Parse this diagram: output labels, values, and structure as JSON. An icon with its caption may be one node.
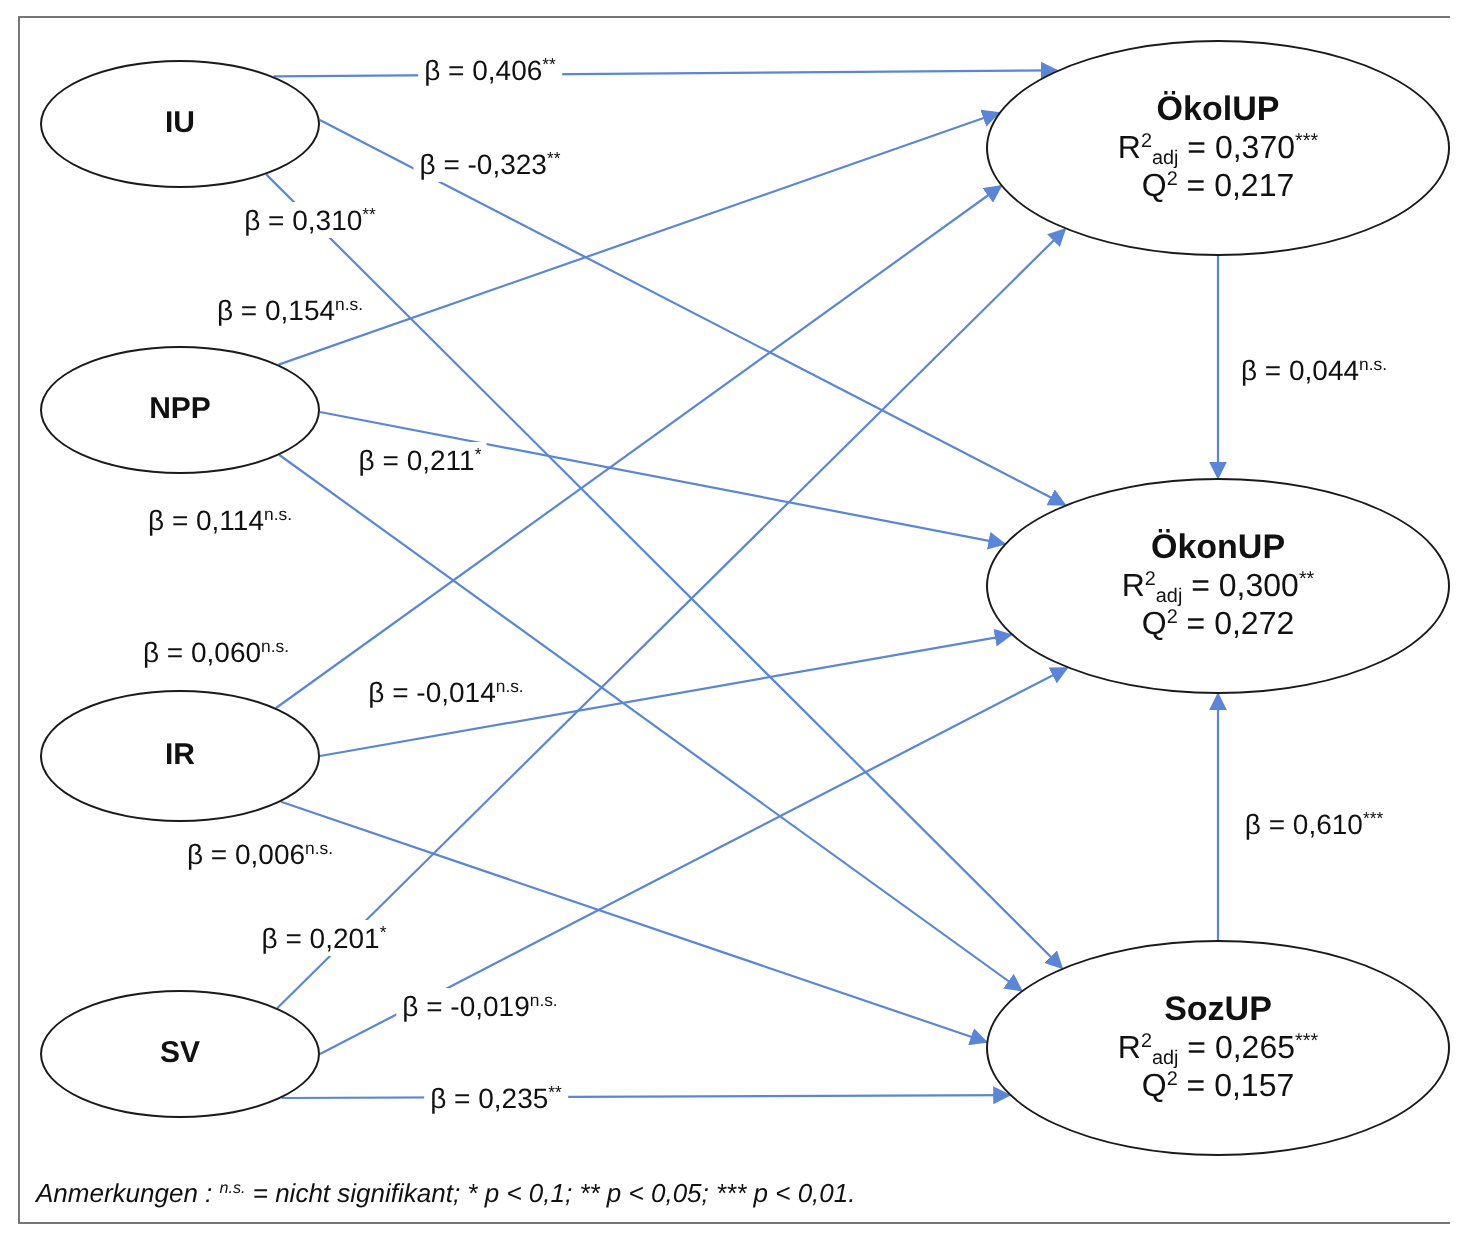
{
  "diagram": {
    "nodes": [
      {
        "text": [
          "IU"
        ]
      },
      {
        "text": [
          "NPP"
        ]
      },
      {
        "text": [
          "IR"
        ]
      },
      {
        "text": [
          "SV"
        ]
      },
      {
        "text": [
          "ÖkolUP",
          "R$^{2}$$_{adj}$ = 0,370$^{***}$",
          "Q$^{2}$ = 0,217"
        ]
      },
      {
        "text": [
          "ÖkonUP",
          "R$^{2}$$_{adj}$ = 0,300$^{**}$",
          "Q$^{2}$ = 0,272"
        ]
      },
      {
        "text": [
          "SozUP",
          "R$^{2}$$_{adj}$ = 0,265$^{***}$",
          "Q$^{2}$ = 0,157"
        ]
      }
    ],
    "edges": [
      {
        "from": 0,
        "to": 4,
        "arrow": "to",
        "label": "β = 0,406$^{**}$"
      },
      {
        "from": 0,
        "to": 5,
        "arrow": "to",
        "label": "β = -0,323$^{**}$"
      },
      {
        "from": 0,
        "to": 6,
        "arrow": "to",
        "label": "β = 0,310$^{**}$"
      },
      {
        "from": 1,
        "to": 4,
        "arrow": "to",
        "label": "β = 0,154$^{n.s.}$"
      },
      {
        "from": 1,
        "to": 5,
        "arrow": "to",
        "label": "β = 0,211$^{*}$"
      },
      {
        "from": 1,
        "to": 6,
        "arrow": "to",
        "label": "β = 0,114$^{n.s.}$"
      },
      {
        "from": 2,
        "to": 4,
        "arrow": "to",
        "label": "β = 0,060$^{n.s.}$"
      },
      {
        "from": 2,
        "to": 5,
        "arrow": "to",
        "label": "β = -0,014$^{n.s.}$"
      },
      {
        "from": 2,
        "to": 6,
        "arrow": "to",
        "label": "β = 0,006$^{n.s.}$"
      },
      {
        "from": 3,
        "to": 4,
        "arrow": "to",
        "label": "β = 0,201$^{*}$"
      },
      {
        "from": 3,
        "to": 5,
        "arrow": "to",
        "label": "β = -0,019$^{n.s.}$"
      },
      {
        "from": 3,
        "to": 6,
        "arrow": "to",
        "label": "β = 0,235$^{**}$"
      },
      {
        "from": 4,
        "to": 5,
        "arrow": "to",
        "label": "β = 0,044$^{n.s.}$"
      },
      {
        "from": 6,
        "to": 5,
        "arrow": "to",
        "label": "β = 0,610$^{***}$"
      }
    ],
    "caption": "Anmerkungen : $^{n.s.}$ = nicht signifikant; * p < 0,1; ** p < 0,05; *** p < 0,01."
  }
}
